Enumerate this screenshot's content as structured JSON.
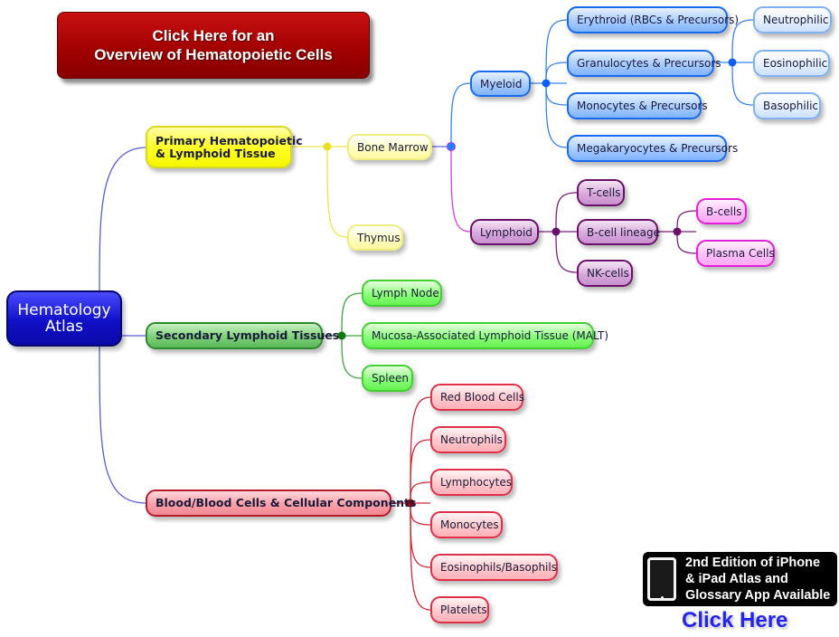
{
  "banner": {
    "line1": "Click Here for an",
    "line2": "Overview of Hematopoietic Cells"
  },
  "root": {
    "line1": "Hematology",
    "line2": "Atlas"
  },
  "branches": {
    "primary": {
      "label_line1": "Primary Hematopoietic",
      "label_line2": "& Lymphoid Tissue",
      "bone_marrow": "Bone Marrow",
      "thymus": "Thymus",
      "myeloid": {
        "label": "Myeloid",
        "children": [
          "Erythroid (RBCs & Precursors)",
          "Granulocytes & Precursors",
          "Monocytes & Precursors",
          "Megakaryocytes & Precursors"
        ],
        "granulocyte_children": [
          "Neutrophilic",
          "Eosinophilic",
          "Basophilic"
        ]
      },
      "lymphoid": {
        "label": "Lymphoid",
        "children": [
          "T-cells",
          "B-cell lineage",
          "NK-cells"
        ],
        "bcell_children": [
          "B-cells",
          "Plasma Cells"
        ]
      }
    },
    "secondary": {
      "label": "Secondary Lymphoid Tissues",
      "children": [
        "Lymph Node",
        "Mucosa-Associated Lymphoid Tissue (MALT)",
        "Spleen"
      ]
    },
    "blood": {
      "label": "Blood/Blood Cells & Cellular Components",
      "children": [
        "Red Blood Cells",
        "Neutrophils",
        "Lymphocytes",
        "Monocytes",
        "Eosinophils/Basophils",
        "Platelets"
      ]
    }
  },
  "app_promo": {
    "line1": "2nd Edition of iPhone",
    "line2": "& iPad Atlas and",
    "line3": "Glossary App Available",
    "click_label": "Click Here"
  },
  "colors": {
    "root_line": "#5a5ad8",
    "primary_line": "#f0e860",
    "myeloid_line": "#3a80f0",
    "lymphoid_line": "#d040e0",
    "lymphoid_sub_line": "#7a207a",
    "secondary_line": "#40a040",
    "blood_line": "#d02838",
    "banner": "#a00000",
    "click_here": "#2424ee"
  }
}
